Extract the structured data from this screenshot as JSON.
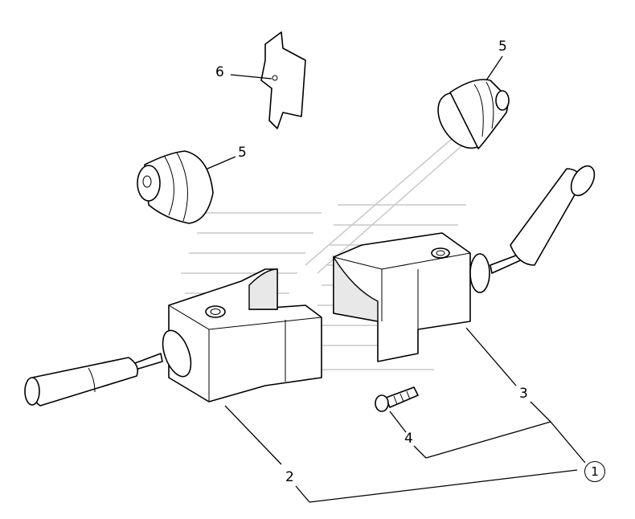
{
  "diagram": {
    "callouts": {
      "assembly": "1",
      "left_switch_body": "2",
      "right_switch_body": "3",
      "screw": "4",
      "boot_top": "5",
      "boot_left": "5",
      "plate": "6"
    },
    "colors": {
      "line": "#000000",
      "watermark": "#c8c8c8",
      "background": "#ffffff"
    }
  }
}
